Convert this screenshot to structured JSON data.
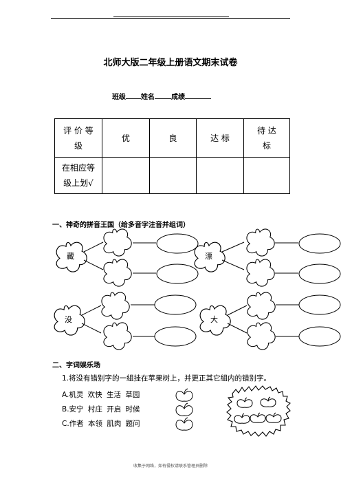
{
  "title": "北师大版二年级上册语文期末试卷",
  "info": {
    "class_label": "班级",
    "name_label": "姓名",
    "score_label": "成绩"
  },
  "grade_table": {
    "header_label": [
      "评 价 等",
      "级"
    ],
    "columns": [
      "优",
      "良",
      "达    标",
      [
        "待  达",
        "标"
      ]
    ],
    "row_label": [
      "在相应等",
      "级上划√"
    ]
  },
  "section1": {
    "title": "一、神奇的拼音王国（给多音字注音并组词）",
    "chars": [
      "藏",
      "漂",
      "没",
      "大"
    ]
  },
  "section2": {
    "title": "二、字词娱乐场",
    "question": "1.将没有错别字的一組挂在苹果树上，并更正其它組内的错别字。",
    "options": [
      "A.机灵  欢快  生活  草园",
      "B.安宁  村庄  开启  时候",
      "C.作者  本领  肌肉  题问"
    ]
  },
  "footer": "收集于网络，如有侵权请联系管理员删除"
}
